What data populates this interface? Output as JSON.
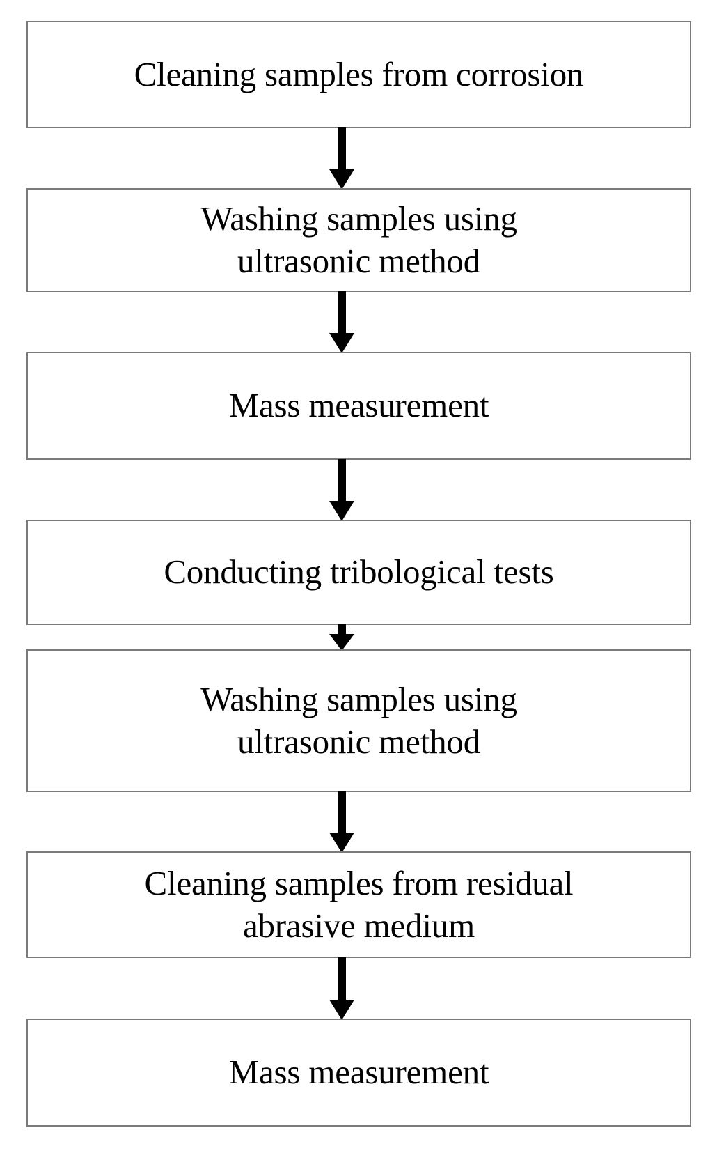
{
  "diagram": {
    "type": "flowchart",
    "orientation": "vertical",
    "title": "",
    "colors": {
      "box_border": "#7a7a7a",
      "box_fill": "#ffffff",
      "text": "#000000",
      "arrow": "#000000"
    },
    "nodes": [
      {
        "id": "node-1",
        "lines": [
          "Cleaning samples from corrosion"
        ],
        "line1": "Cleaning samples from corrosion",
        "line2": ""
      },
      {
        "id": "node-2",
        "lines": [
          "Washing samples using",
          "ultrasonic method"
        ],
        "line1": "Washing samples using",
        "line2": "ultrasonic method"
      },
      {
        "id": "node-3",
        "lines": [
          "Mass measurement"
        ],
        "line1": "Mass measurement",
        "line2": ""
      },
      {
        "id": "node-4",
        "lines": [
          "Conducting tribological tests"
        ],
        "line1": "Conducting tribological tests",
        "line2": ""
      },
      {
        "id": "node-5",
        "lines": [
          "Washing samples using",
          "ultrasonic method"
        ],
        "line1": "Washing samples using",
        "line2": "ultrasonic method"
      },
      {
        "id": "node-6",
        "lines": [
          "Cleaning samples from residual",
          "abrasive medium"
        ],
        "line1": "Cleaning samples from residual",
        "line2": "abrasive medium"
      },
      {
        "id": "node-7",
        "lines": [
          "Mass measurement"
        ],
        "line1": "Mass measurement",
        "line2": ""
      }
    ],
    "edges": [
      {
        "id": "edge-1",
        "from": "node-1",
        "to": "node-2",
        "label": "",
        "direction": "down"
      },
      {
        "id": "edge-2",
        "from": "node-2",
        "to": "node-3",
        "label": "",
        "direction": "down"
      },
      {
        "id": "edge-3",
        "from": "node-3",
        "to": "node-4",
        "label": "",
        "direction": "down"
      },
      {
        "id": "edge-4",
        "from": "node-4",
        "to": "node-5",
        "label": "",
        "direction": "down"
      },
      {
        "id": "edge-5",
        "from": "node-5",
        "to": "node-6",
        "label": "",
        "direction": "down"
      },
      {
        "id": "edge-6",
        "from": "node-6",
        "to": "node-7",
        "label": "",
        "direction": "down"
      }
    ]
  }
}
